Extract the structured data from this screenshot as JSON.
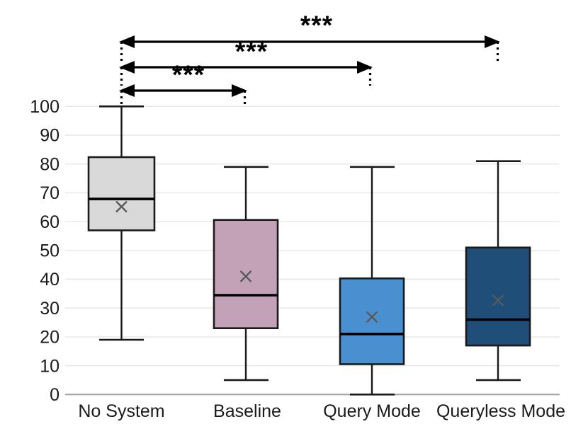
{
  "chart_data": {
    "type": "box",
    "title": "",
    "xlabel": "",
    "ylabel": "",
    "ylim": [
      0,
      100
    ],
    "grid": true,
    "legend": "none",
    "y_ticks": [
      0,
      10,
      20,
      30,
      40,
      50,
      60,
      70,
      80,
      90,
      100
    ],
    "y_tick_labels": [
      "0",
      "10",
      "20",
      "30",
      "40",
      "50",
      "60",
      "70",
      "80",
      "90",
      "100"
    ],
    "categories": [
      "No System",
      "Baseline",
      "Query Mode",
      "Queryless Mode"
    ],
    "boxes": [
      {
        "category": "No System",
        "whisker_low": 19,
        "q1": 57,
        "median": 68,
        "q3": 83,
        "whisker_high": 100,
        "mean": 65.3,
        "fill": "#d9d9d9",
        "stroke": "#1a1a1a"
      },
      {
        "category": "Baseline",
        "whisker_low": 5,
        "q1": 23,
        "median": 34.5,
        "q3": 62,
        "whisker_high": 79,
        "mean": 40.7,
        "fill": "#c3a2b8",
        "stroke": "#1a1a1a"
      },
      {
        "category": "Query Mode",
        "whisker_low": 0,
        "q1": 10.5,
        "median": 21,
        "q3": 40.3,
        "whisker_high": 79,
        "mean": 27,
        "fill": "#4a90d0",
        "stroke": "#1a1a1a"
      },
      {
        "category": "Queryless Mode",
        "whisker_low": 5,
        "q1": 17,
        "median": 26,
        "q3": 51,
        "whisker_high": 81,
        "mean": 34,
        "fill": "#1f4e79",
        "stroke": "#1a1a1a"
      }
    ],
    "annotations": [
      {
        "label": "***",
        "from": "No System",
        "to": "Queryless Mode",
        "level": 3
      },
      {
        "label": "***",
        "from": "No System",
        "to": "Query Mode",
        "level": 2
      },
      {
        "label": "***",
        "from": "No System",
        "to": "Baseline",
        "level": 1
      }
    ],
    "mean_marker": "x",
    "mean_marker_color": "#595959",
    "gridline_color": "#e6e6e6",
    "axis_color": "#a6a6a6",
    "background": "#ffffff"
  },
  "axis": {
    "tick_0": "0",
    "tick_10": "10",
    "tick_20": "20",
    "tick_30": "30",
    "tick_40": "40",
    "tick_50": "50",
    "tick_60": "60",
    "tick_70": "70",
    "tick_80": "80",
    "tick_90": "90",
    "tick_100": "100"
  },
  "categories": {
    "c0": "No System",
    "c1": "Baseline",
    "c2": "Query Mode",
    "c3": "Queryless Mode"
  },
  "significance": {
    "s1": "***",
    "s2": "***",
    "s3": "***"
  }
}
